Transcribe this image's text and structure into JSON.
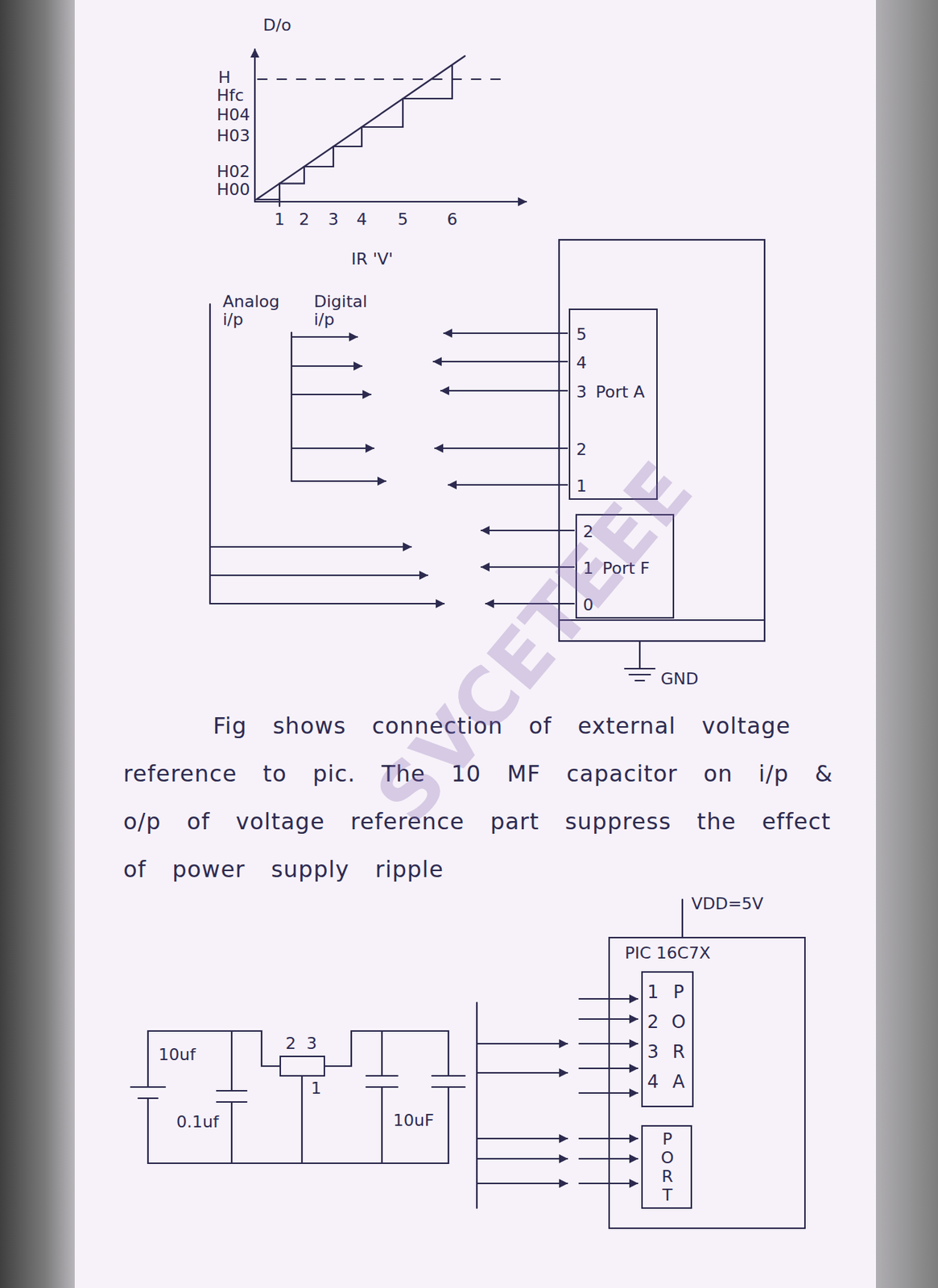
{
  "diagram": {
    "nodes": [
      {
        "text": [
          "5",
          "4",
          "3",
          "Port A",
          "2",
          "1"
        ]
      },
      {
        "text": [
          "2",
          "1",
          "Port F",
          "0"
        ]
      },
      {
        "text": [
          "2",
          "3",
          "1"
        ]
      },
      {
        "text": [
          "PIC 16C7X"
        ]
      },
      {
        "text": [
          "1",
          "2",
          "3",
          "4",
          "PORA"
        ],
        "in": 3
      },
      {
        "text": [
          "PORT"
        ],
        "in": 3
      }
    ],
    "labels": [
      "D/o",
      "H",
      "Hfc",
      "H04",
      "H03",
      "H02",
      "H00",
      "1",
      "2",
      "3",
      "4",
      "5",
      "6",
      "IR 'V'",
      "Analog i/p",
      "Digital i/p",
      "GND",
      "Fig shows connection of external voltage reference to pic. The 10 MF capacitor on i/p & o/p of voltage reference part suppress the effect of power supply ripple",
      "VDD=5V",
      "10uf",
      "0.1uf",
      "10uF",
      "SVCETEEE"
    ]
  }
}
